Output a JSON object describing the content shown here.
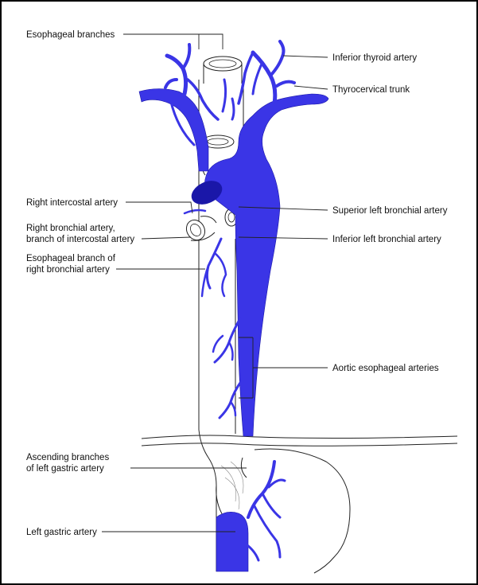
{
  "colors": {
    "artery": "#3a35e6",
    "artery_dark": "#1a17a8",
    "paper": "#ffffff",
    "border": "#000000",
    "ink": "#111111"
  },
  "labels": {
    "esophageal_branches": "Esophageal branches",
    "inferior_thyroid_artery": "Inferior thyroid artery",
    "thyrocervical_trunk": "Thyrocervical trunk",
    "right_intercostal_artery": "Right intercostal artery",
    "right_bronchial_artery_line1": "Right bronchial artery,",
    "right_bronchial_artery_line2": "branch of intercostal artery",
    "esophageal_branch_line1": "Esophageal branch of",
    "esophageal_branch_line2": "right bronchial artery",
    "superior_left_bronchial_artery": "Superior left bronchial artery",
    "inferior_left_bronchial_artery": "Inferior left bronchial artery",
    "aortic_esophageal_arteries": "Aortic esophageal arteries",
    "ascending_branches_line1": "Ascending branches",
    "ascending_branches_line2": "of left gastric artery",
    "left_gastric_artery": "Left gastric artery"
  }
}
